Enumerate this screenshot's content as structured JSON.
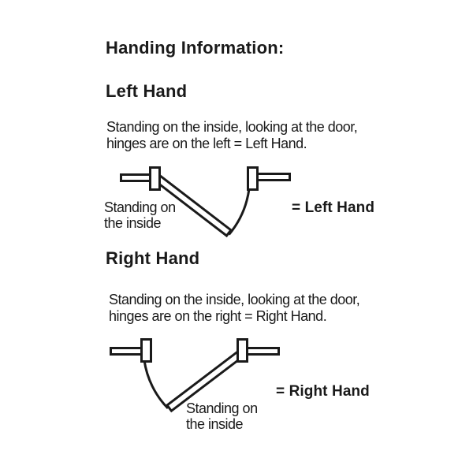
{
  "title": "Handing Information:",
  "colors": {
    "ink": "#1a1a1a",
    "background": "#ffffff"
  },
  "left_hand": {
    "heading": "Left Hand",
    "description_line1": "Standing on the inside, looking at the door,",
    "description_line2": "hinges are on the left = Left Hand.",
    "inside_label_line1": "Standing on",
    "inside_label_line2": "the inside",
    "result_label": "= Left Hand"
  },
  "right_hand": {
    "heading": "Right Hand",
    "description_line1": "Standing on the inside, looking at the door,",
    "description_line2": "hinges are on the right = Right Hand.",
    "inside_label_line1": "Standing on",
    "inside_label_line2": "the inside",
    "result_label": "= Right Hand"
  }
}
